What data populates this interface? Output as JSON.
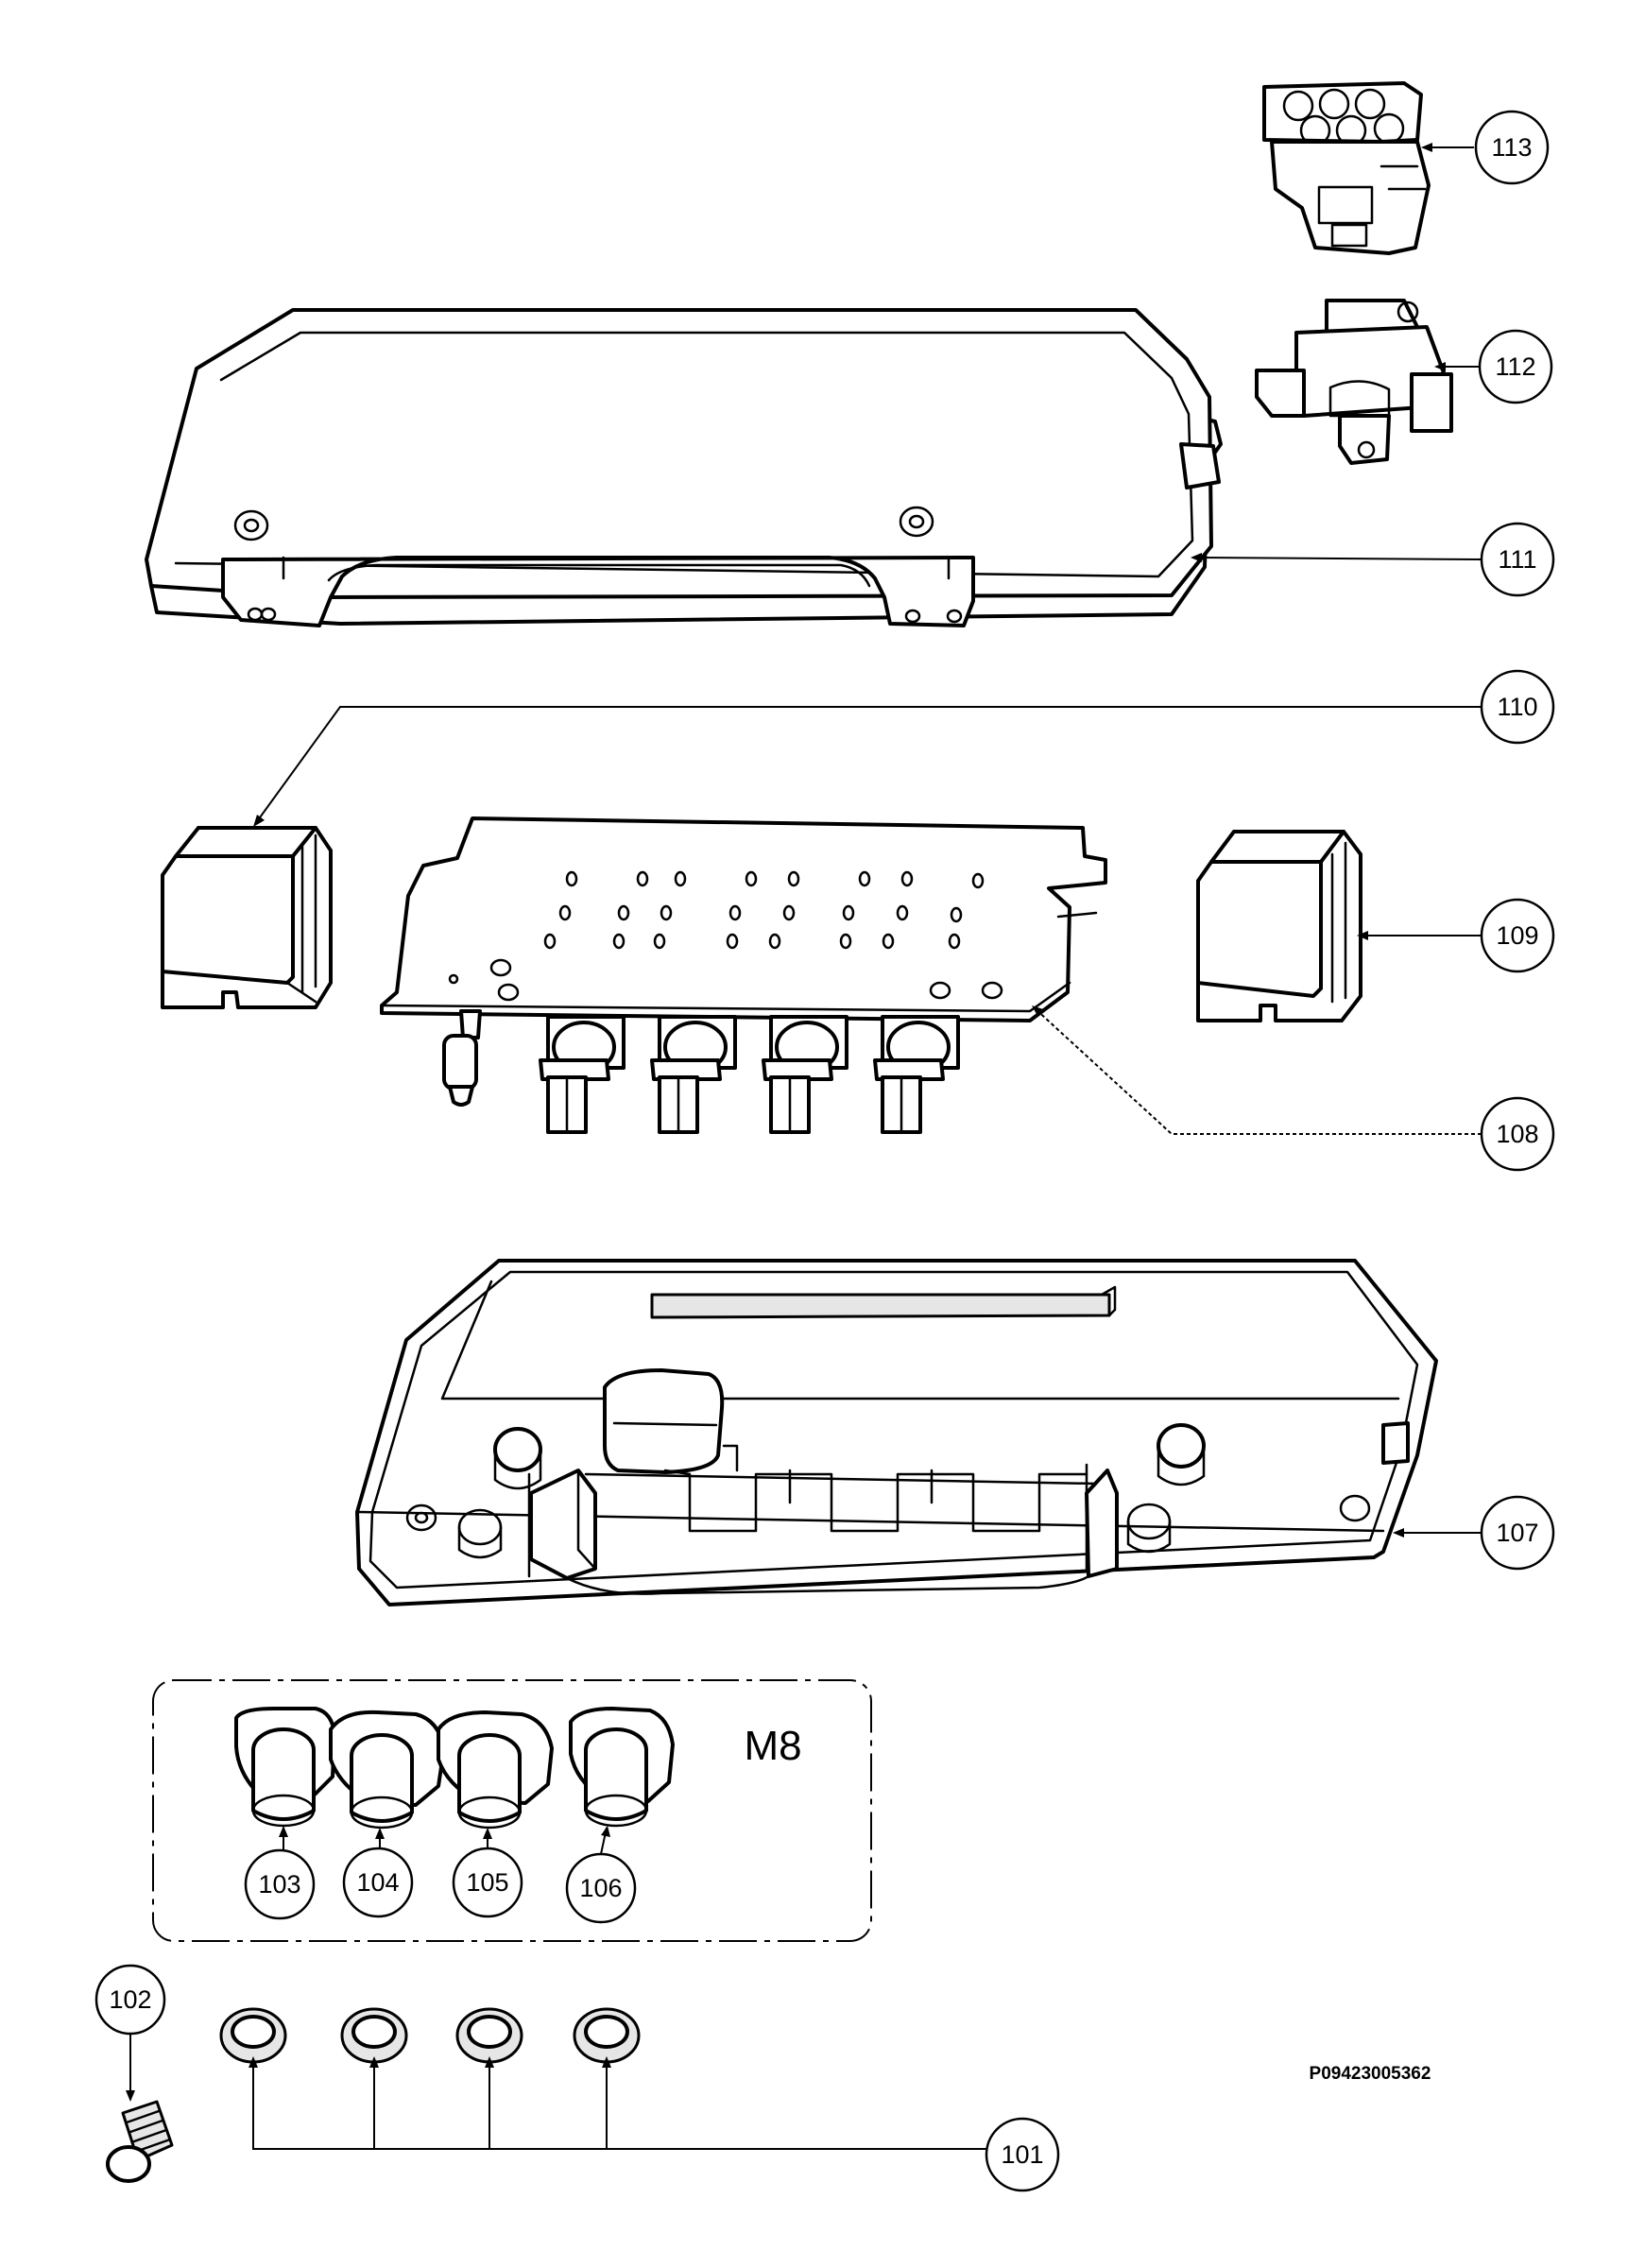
{
  "callouts": [
    {
      "id": "113",
      "label": "113"
    },
    {
      "id": "112",
      "label": "112"
    },
    {
      "id": "111",
      "label": "111"
    },
    {
      "id": "110",
      "label": "110"
    },
    {
      "id": "109",
      "label": "109"
    },
    {
      "id": "108",
      "label": "108"
    },
    {
      "id": "107",
      "label": "107"
    },
    {
      "id": "103",
      "label": "103"
    },
    {
      "id": "104",
      "label": "104"
    },
    {
      "id": "105",
      "label": "105"
    },
    {
      "id": "106",
      "label": "106"
    },
    {
      "id": "102",
      "label": "102"
    },
    {
      "id": "101",
      "label": "101"
    }
  ],
  "group_label": "M8",
  "drawing_code": "P09423005362",
  "colors": {
    "line": "#000000",
    "background": "#ffffff",
    "shade": "#e6e6e6"
  }
}
